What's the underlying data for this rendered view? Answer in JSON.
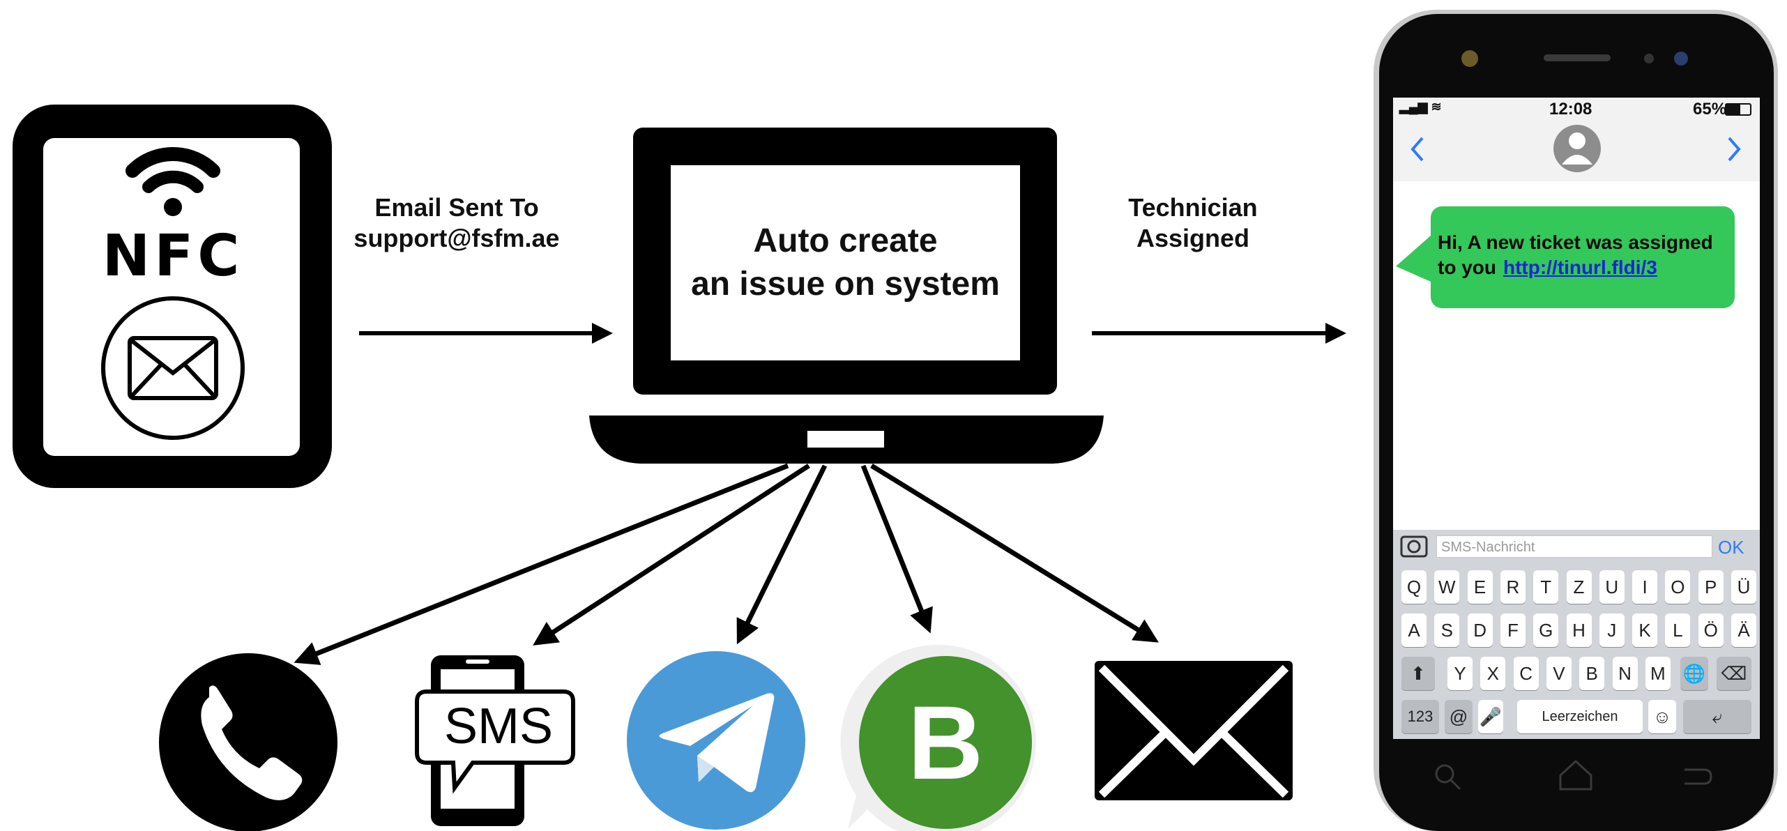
{
  "arrow_labels": {
    "email_line1": "Email Sent To",
    "email_line2": "support@fsfm.ae",
    "tech_line1": "Technician",
    "tech_line2": "Assigned"
  },
  "nfc_card": {
    "text": "NFC"
  },
  "laptop_screen": {
    "line1": "Auto create",
    "line2": "an issue on system"
  },
  "channels": {
    "sms_label": "SMS",
    "whatsapp_business_letter": "B"
  },
  "phone": {
    "time": "12:08",
    "battery": "65%",
    "message_line1": "Hi, A new ticket was assigned",
    "message_line2_prefix": "to you",
    "message_link": "http://tinurl.fldi/3",
    "input_placeholder": "SMS-Nachricht",
    "send_label": "OK",
    "keyboard_row1": [
      "Q",
      "W",
      "E",
      "R",
      "T",
      "Z",
      "U",
      "I",
      "O",
      "P",
      "Ü"
    ],
    "keyboard_row2": [
      "A",
      "S",
      "D",
      "F",
      "G",
      "H",
      "J",
      "K",
      "L",
      "Ö",
      "Ä"
    ],
    "keyboard_row3": [
      "Y",
      "X",
      "C",
      "V",
      "B",
      "N",
      "M"
    ],
    "key_123": "123",
    "key_at": "@",
    "space_label": "Leerzeichen"
  },
  "colors": {
    "sms_bubble": "#34c759",
    "telegram": "#4a9ad8",
    "whatsapp_green": "#43922c",
    "link": "#1a25d6",
    "ios_blue": "#2e7cf6"
  }
}
